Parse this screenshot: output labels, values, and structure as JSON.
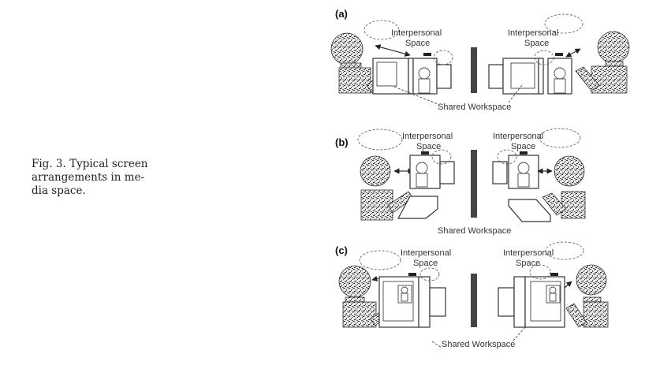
{
  "caption": {
    "line1": "Fig. 3.  Typical screen arrangements in me-",
    "line2": "dia space."
  },
  "panels": [
    {
      "label": "(a)",
      "left_label_line1": "Interpersonal",
      "left_label_line2": "Space",
      "right_label_line1": "Interpersonal",
      "right_label_line2": "Space",
      "bottom_label": "Shared Workspace"
    },
    {
      "label": "(b)",
      "left_label_line1": "Interpersonal",
      "left_label_line2": "Space",
      "right_label_line1": "Interpersonal",
      "right_label_line2": "Space",
      "bottom_label": "Shared Workspace"
    },
    {
      "label": "(c)",
      "left_label_line1": "Interpersonal",
      "left_label_line2": "Space",
      "right_label_line1": "Interpersonal",
      "right_label_line2": "Space",
      "bottom_label": "Shared Workspace"
    }
  ]
}
